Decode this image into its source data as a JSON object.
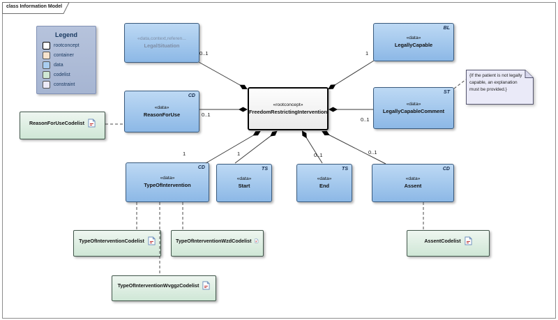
{
  "frame": {
    "tab_label": "class Information Model"
  },
  "legend": {
    "title": "Legend",
    "items": [
      {
        "label": "rootconcept",
        "color": "#ffffff"
      },
      {
        "label": "container",
        "color": "#f8e3cd"
      },
      {
        "label": "data",
        "color": "#a9cdf0"
      },
      {
        "label": "codelist",
        "color": "#cfe8d4"
      },
      {
        "label": "constraint",
        "color": "#eceaf8"
      }
    ]
  },
  "classes": [
    {
      "stereotype": "«data,context,referen...",
      "name": "LegalSituation",
      "type_tag": "",
      "kind": "data (muted)"
    },
    {
      "stereotype": "«data»",
      "name": "LegallyCapable",
      "type_tag": "BL",
      "kind": "data"
    },
    {
      "stereotype": "«data»",
      "name": "ReasonForUse",
      "type_tag": "CD",
      "kind": "data"
    },
    {
      "stereotype": "«rootconcept»",
      "name": "FreedomRestrictingIntervention",
      "type_tag": "",
      "kind": "rootconcept"
    },
    {
      "stereotype": "«data»",
      "name": "LegallyCapableComment",
      "type_tag": "ST",
      "kind": "data"
    },
    {
      "stereotype": "«data»",
      "name": "TypeOfIntervention",
      "type_tag": "CD",
      "kind": "data"
    },
    {
      "stereotype": "«data»",
      "name": "Start",
      "type_tag": "TS",
      "kind": "data"
    },
    {
      "stereotype": "«data»",
      "name": "End",
      "type_tag": "TS",
      "kind": "data"
    },
    {
      "stereotype": "«data»",
      "name": "Assent",
      "type_tag": "CD",
      "kind": "data"
    }
  ],
  "codelists": [
    {
      "name": "ReasonForUseCodelist"
    },
    {
      "name": "TypeOfInterventionCodelist"
    },
    {
      "name": "TypeOfInterventionWzdCodelist"
    },
    {
      "name": "TypeOfInterventionWvggzCodelist"
    },
    {
      "name": "AssentCodelist"
    }
  ],
  "note": {
    "text": "{If the patient is not legally capable, an explanation must be provided.}"
  },
  "connections": [
    {
      "from": "LegalSituation",
      "to": "FreedomRestrictingIntervention",
      "multiplicity": "0..1"
    },
    {
      "from": "LegallyCapable",
      "to": "FreedomRestrictingIntervention",
      "multiplicity": "1"
    },
    {
      "from": "ReasonForUse",
      "to": "FreedomRestrictingIntervention",
      "multiplicity": "0..1"
    },
    {
      "from": "LegallyCapableComment",
      "to": "FreedomRestrictingIntervention",
      "multiplicity": "0..1"
    },
    {
      "from": "TypeOfIntervention",
      "to": "FreedomRestrictingIntervention",
      "multiplicity": "1"
    },
    {
      "from": "Start",
      "to": "FreedomRestrictingIntervention",
      "multiplicity": "1"
    },
    {
      "from": "End",
      "to": "FreedomRestrictingIntervention",
      "multiplicity": "0..1"
    },
    {
      "from": "Assent",
      "to": "FreedomRestrictingIntervention",
      "multiplicity": "0..1"
    }
  ]
}
